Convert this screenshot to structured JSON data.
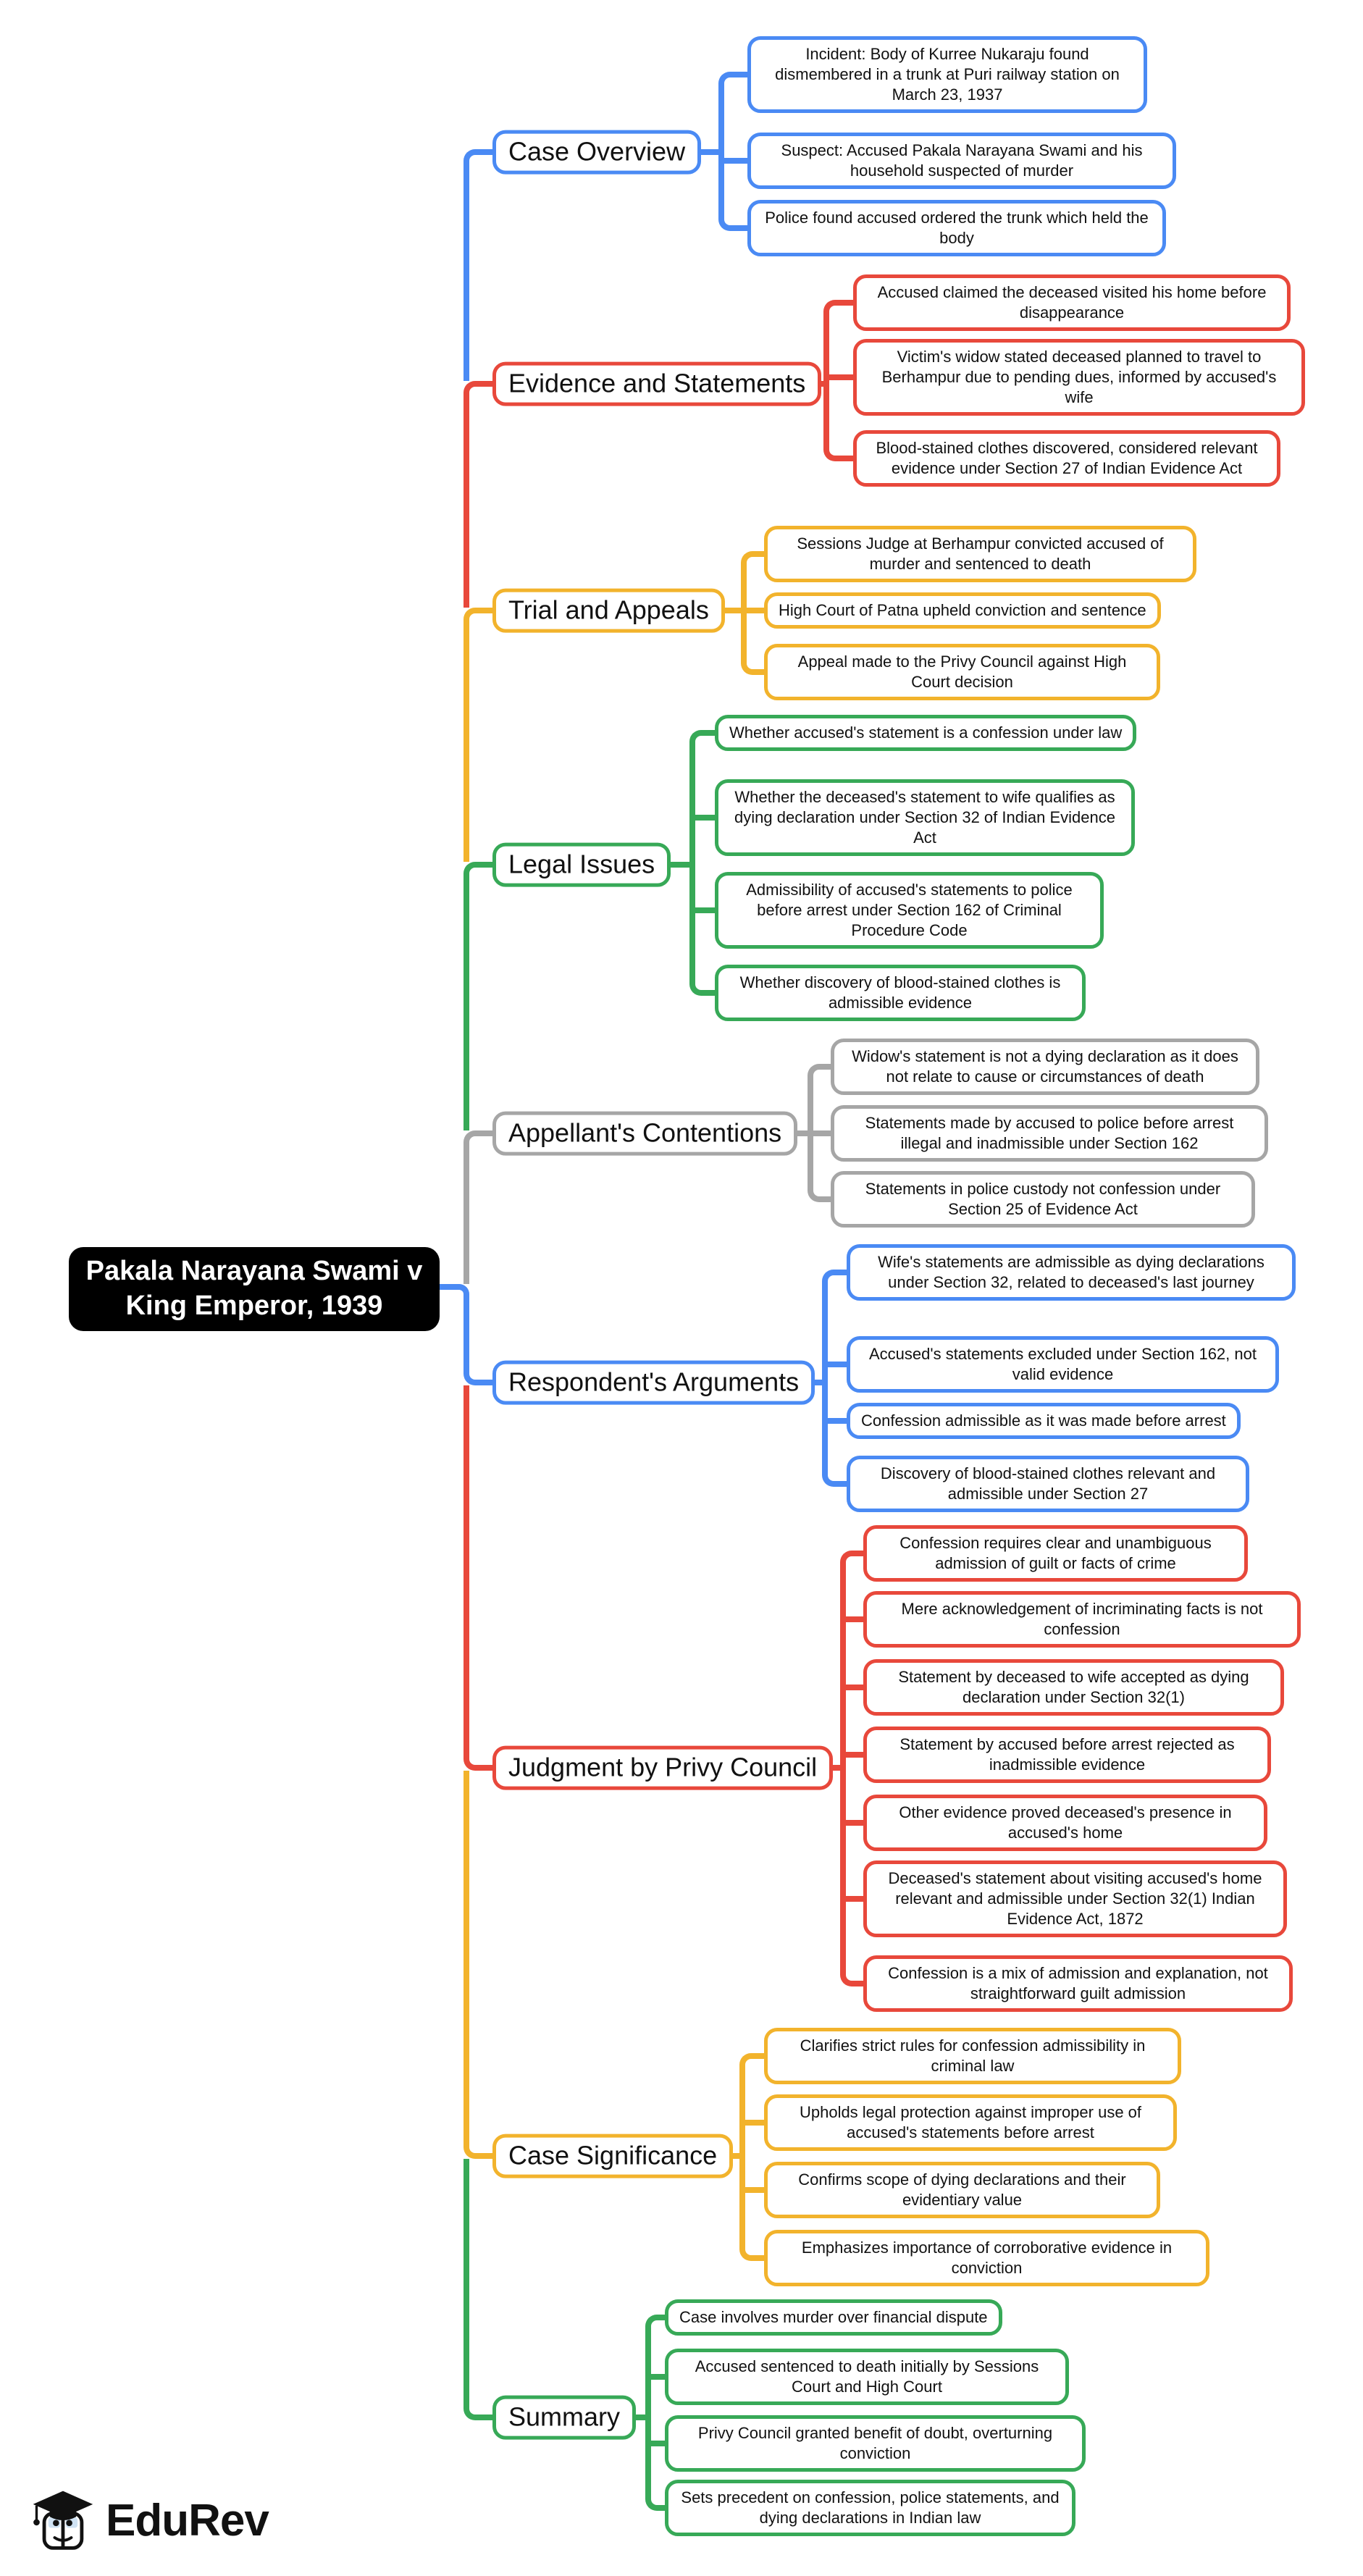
{
  "root": {
    "title": "Pakala Narayana Swami v King Emperor, 1939"
  },
  "watermark": {
    "brand": "EduRev"
  },
  "colors": {
    "blue": "#4a8af4",
    "red": "#e8483b",
    "yellow": "#f2b32c",
    "green": "#37a957",
    "gray": "#a6a6a6",
    "root_bg": "#000000",
    "root_text": "#ffffff",
    "canvas_bg": "#ffffff",
    "text": "#111111"
  },
  "sections": [
    {
      "label": "Case Overview",
      "color": "blue",
      "items": [
        "Incident: Body of Kurree Nukaraju found dismembered in a trunk at Puri railway station on March 23, 1937",
        "Suspect: Accused Pakala Narayana Swami and his household suspected of murder",
        "Police found accused ordered the trunk which held the body"
      ]
    },
    {
      "label": "Evidence and Statements",
      "color": "red",
      "items": [
        "Accused claimed the deceased visited his home before disappearance",
        "Victim's widow stated deceased planned to travel to Berhampur due to pending dues, informed by accused's wife",
        "Blood-stained clothes discovered, considered relevant evidence under Section 27 of Indian Evidence Act"
      ]
    },
    {
      "label": "Trial and Appeals",
      "color": "yellow",
      "items": [
        "Sessions Judge at Berhampur convicted accused of murder and sentenced to death",
        "High Court of Patna upheld conviction and sentence",
        "Appeal made to the Privy Council against High Court decision"
      ]
    },
    {
      "label": "Legal Issues",
      "color": "green",
      "items": [
        "Whether accused's statement is a confession under law",
        "Whether the deceased's statement to wife qualifies as dying declaration under Section 32 of Indian Evidence Act",
        "Admissibility of accused's statements to police before arrest under Section 162 of Criminal Procedure Code",
        "Whether discovery of blood-stained clothes is admissible evidence"
      ]
    },
    {
      "label": "Appellant's Contentions",
      "color": "gray",
      "items": [
        "Widow's statement is not a dying declaration as it does not relate to cause or circumstances of death",
        "Statements made by accused to police before arrest illegal and inadmissible under Section 162",
        "Statements in police custody not confession under Section 25 of Evidence Act"
      ]
    },
    {
      "label": "Respondent's Arguments",
      "color": "blue",
      "items": [
        "Wife's statements are admissible as dying declarations under Section 32, related to deceased's last journey",
        "Accused's statements excluded under Section 162, not valid evidence",
        "Confession admissible as it was made before arrest",
        "Discovery of blood-stained clothes relevant and admissible under Section 27"
      ]
    },
    {
      "label": "Judgment by Privy Council",
      "color": "red",
      "items": [
        "Confession requires clear and unambiguous admission of guilt or facts of crime",
        "Mere acknowledgement of incriminating facts is not confession",
        "Statement by deceased to wife accepted as dying declaration under Section 32(1)",
        "Statement by accused before arrest rejected as inadmissible evidence",
        "Other evidence proved deceased's presence in accused's home",
        "Deceased's statement about visiting accused's home relevant and admissible under Section 32(1) Indian Evidence Act, 1872",
        "Confession is a mix of admission and explanation, not straightforward guilt admission"
      ]
    },
    {
      "label": "Case Significance",
      "color": "yellow",
      "items": [
        "Clarifies strict rules for confession admissibility in criminal law",
        "Upholds legal protection against improper use of accused's statements before arrest",
        "Confirms scope of dying declarations and their evidentiary value",
        "Emphasizes importance of corroborative evidence in conviction"
      ]
    },
    {
      "label": "Summary",
      "color": "green",
      "items": [
        "Case involves murder over financial dispute",
        "Accused sentenced to death initially by Sessions Court and High Court",
        "Privy Council granted benefit of doubt, overturning conviction",
        "Sets precedent on confession, police statements, and dying declarations in Indian law"
      ]
    }
  ]
}
